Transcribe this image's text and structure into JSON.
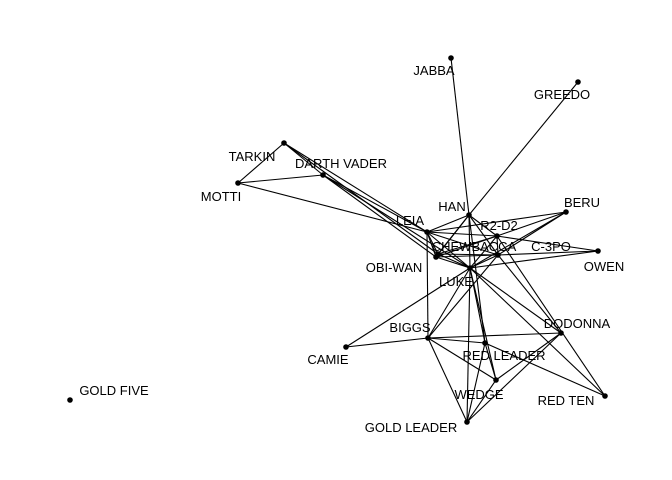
{
  "diagram": {
    "type": "network-graph",
    "nodes": [
      {
        "id": "JABBA",
        "label": "JABBA"
      },
      {
        "id": "GREEDO",
        "label": "GREEDO"
      },
      {
        "id": "TARKIN",
        "label": "TARKIN"
      },
      {
        "id": "DARTH VADER",
        "label": "DARTH VADER"
      },
      {
        "id": "MOTTI",
        "label": "MOTTI"
      },
      {
        "id": "HAN",
        "label": "HAN"
      },
      {
        "id": "BERU",
        "label": "BERU"
      },
      {
        "id": "LEIA",
        "label": "LEIA"
      },
      {
        "id": "R2-D2",
        "label": "R2-D2"
      },
      {
        "id": "CHEWBACCA",
        "label": "CHEWBACCA"
      },
      {
        "id": "C-3PO",
        "label": "C-3PO"
      },
      {
        "id": "OBI-WAN",
        "label": "OBI-WAN"
      },
      {
        "id": "OWEN",
        "label": "OWEN"
      },
      {
        "id": "LUKE",
        "label": "LUKE"
      },
      {
        "id": "BIGGS",
        "label": "BIGGS"
      },
      {
        "id": "DODONNA",
        "label": "DODONNA"
      },
      {
        "id": "CAMIE",
        "label": "CAMIE"
      },
      {
        "id": "RED LEADER",
        "label": "RED LEADER"
      },
      {
        "id": "GOLD FIVE",
        "label": "GOLD FIVE"
      },
      {
        "id": "WEDGE",
        "label": "WEDGE"
      },
      {
        "id": "RED TEN",
        "label": "RED TEN"
      },
      {
        "id": "GOLD LEADER",
        "label": "GOLD LEADER"
      }
    ],
    "edges": [
      [
        "JABBA",
        "HAN"
      ],
      [
        "GREEDO",
        "HAN"
      ],
      [
        "TARKIN",
        "DARTH VADER"
      ],
      [
        "TARKIN",
        "MOTTI"
      ],
      [
        "TARKIN",
        "LEIA"
      ],
      [
        "TARKIN",
        "CHEWBACCA"
      ],
      [
        "MOTTI",
        "DARTH VADER"
      ],
      [
        "MOTTI",
        "LEIA"
      ],
      [
        "DARTH VADER",
        "LEIA"
      ],
      [
        "DARTH VADER",
        "OBI-WAN"
      ],
      [
        "DARTH VADER",
        "LUKE"
      ],
      [
        "HAN",
        "LEIA"
      ],
      [
        "HAN",
        "R2-D2"
      ],
      [
        "HAN",
        "CHEWBACCA"
      ],
      [
        "HAN",
        "C-3PO"
      ],
      [
        "HAN",
        "OBI-WAN"
      ],
      [
        "HAN",
        "LUKE"
      ],
      [
        "HAN",
        "RED LEADER"
      ],
      [
        "LEIA",
        "R2-D2"
      ],
      [
        "LEIA",
        "CHEWBACCA"
      ],
      [
        "LEIA",
        "C-3PO"
      ],
      [
        "LEIA",
        "OBI-WAN"
      ],
      [
        "LEIA",
        "LUKE"
      ],
      [
        "LEIA",
        "BIGGS"
      ],
      [
        "LEIA",
        "BERU"
      ],
      [
        "R2-D2",
        "CHEWBACCA"
      ],
      [
        "R2-D2",
        "C-3PO"
      ],
      [
        "R2-D2",
        "OBI-WAN"
      ],
      [
        "R2-D2",
        "LUKE"
      ],
      [
        "R2-D2",
        "BERU"
      ],
      [
        "R2-D2",
        "OWEN"
      ],
      [
        "R2-D2",
        "RED TEN"
      ],
      [
        "CHEWBACCA",
        "C-3PO"
      ],
      [
        "CHEWBACCA",
        "OBI-WAN"
      ],
      [
        "CHEWBACCA",
        "LUKE"
      ],
      [
        "C-3PO",
        "OBI-WAN"
      ],
      [
        "C-3PO",
        "LUKE"
      ],
      [
        "C-3PO",
        "BERU"
      ],
      [
        "C-3PO",
        "OWEN"
      ],
      [
        "C-3PO",
        "BIGGS"
      ],
      [
        "C-3PO",
        "DODONNA"
      ],
      [
        "OBI-WAN",
        "LUKE"
      ],
      [
        "BERU",
        "LUKE"
      ],
      [
        "OWEN",
        "LUKE"
      ],
      [
        "LUKE",
        "BIGGS"
      ],
      [
        "LUKE",
        "DODONNA"
      ],
      [
        "LUKE",
        "RED LEADER"
      ],
      [
        "LUKE",
        "WEDGE"
      ],
      [
        "LUKE",
        "GOLD LEADER"
      ],
      [
        "LUKE",
        "RED TEN"
      ],
      [
        "LUKE",
        "CAMIE"
      ],
      [
        "BIGGS",
        "CAMIE"
      ],
      [
        "BIGGS",
        "DODONNA"
      ],
      [
        "BIGGS",
        "RED LEADER"
      ],
      [
        "BIGGS",
        "WEDGE"
      ],
      [
        "BIGGS",
        "GOLD LEADER"
      ],
      [
        "DODONNA",
        "WEDGE"
      ],
      [
        "DODONNA",
        "GOLD LEADER"
      ],
      [
        "RED LEADER",
        "WEDGE"
      ],
      [
        "RED LEADER",
        "RED TEN"
      ],
      [
        "RED LEADER",
        "GOLD LEADER"
      ],
      [
        "WEDGE",
        "GOLD LEADER"
      ]
    ]
  }
}
